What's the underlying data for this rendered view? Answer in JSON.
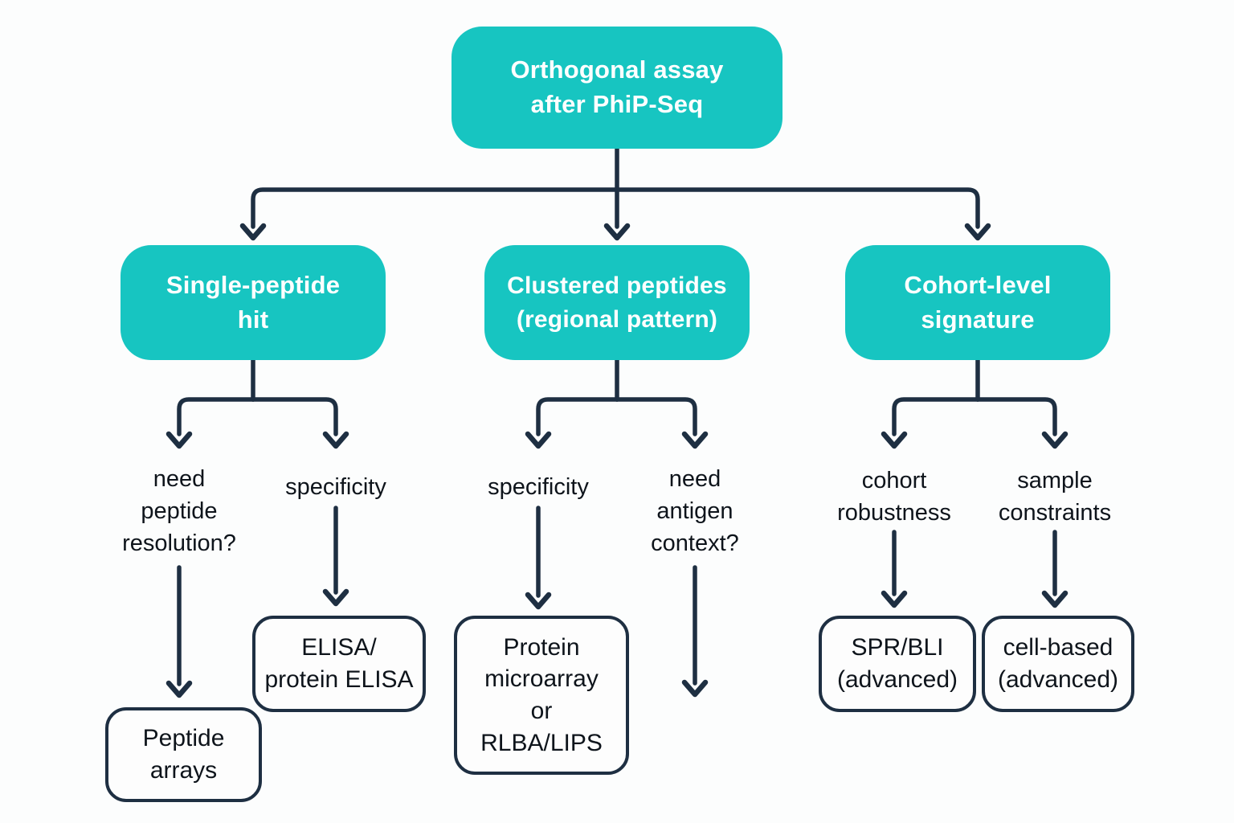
{
  "diagram": {
    "type": "decision-flowchart",
    "root": {
      "label": "Orthogonal assay\nafter PhiP-Seq"
    },
    "branches": [
      {
        "label": "Single-peptide\nhit",
        "paths": [
          {
            "question": "need\npeptide\nresolution?",
            "outcome": "Peptide\narrays"
          },
          {
            "question": "specificity",
            "outcome": "ELISA/\nprotein ELISA"
          }
        ]
      },
      {
        "label": "Clustered peptides\n(regional pattern)",
        "paths": [
          {
            "question": "specificity",
            "outcome": "Protein\nmicroarray\nor\nRLBA/LIPS"
          },
          {
            "question": "need\nantigen\ncontext?",
            "outcome": null
          }
        ]
      },
      {
        "label": "Cohort-level\nsignature",
        "paths": [
          {
            "question": "cohort\nrobustness",
            "outcome": "SPR/BLI\n(advanced)"
          },
          {
            "question": "sample\nconstraints",
            "outcome": "cell-based\n(advanced)"
          }
        ]
      }
    ],
    "colors": {
      "node_fill": "#17C5C1",
      "node_text": "#FFFFFF",
      "connector": "#1E2F42",
      "label_text": "#0E141B",
      "outcome_border": "#1E2F42",
      "background": "#FCFDFD"
    }
  }
}
